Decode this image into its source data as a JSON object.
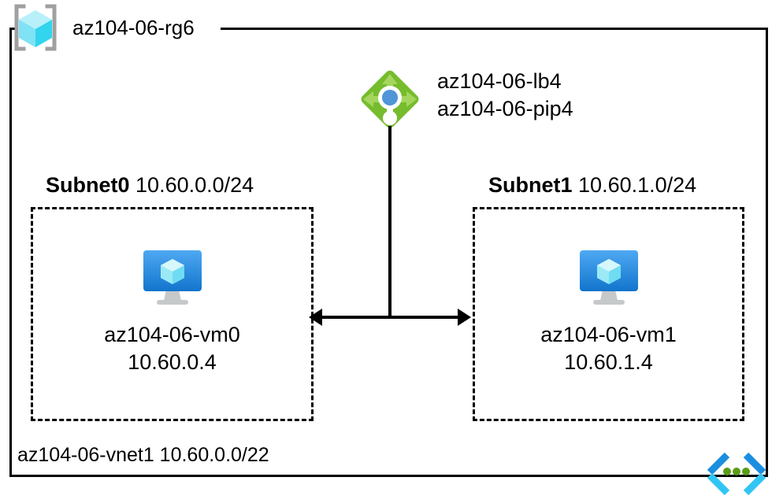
{
  "diagram": {
    "resource_group": {
      "name": "az104-06-rg6",
      "icon": "resource-group-cube-icon"
    },
    "load_balancer": {
      "icon": "load-balancer-icon",
      "labels": [
        "az104-06-lb4",
        "az104-06-pip4"
      ]
    },
    "subnets": [
      {
        "name": "Subnet0",
        "cidr": "10.60.0.0/24",
        "vm": {
          "icon": "virtual-machine-icon",
          "name": "az104-06-vm0",
          "ip": "10.60.0.4"
        }
      },
      {
        "name": "Subnet1",
        "cidr": "10.60.1.0/24",
        "vm": {
          "icon": "virtual-machine-icon",
          "name": "az104-06-vm1",
          "ip": "10.60.1.4"
        }
      }
    ],
    "vnet": {
      "label": "az104-06-vnet1 10.60.0.0/22",
      "icon": "virtual-network-icon"
    },
    "colors": {
      "line": "#000000",
      "resource_group_cube_light": "#9fe9f7",
      "resource_group_cube_mid": "#32d4ee",
      "resource_group_bracket": "#a0a0a0",
      "load_balancer_green": "#76bc2d",
      "load_balancer_arrow": "#a4d65e",
      "load_balancer_center_blue": "#4f95d8",
      "vm_monitor_blue_top": "#44a3ef",
      "vm_monitor_blue_bottom": "#1b7fd4",
      "vm_stand_gray": "#c6c9ca",
      "vnet_bracket_blue": "#1a8fe0",
      "vnet_bracket_cyan": "#32c5f4",
      "vnet_dot_green": "#5a9c18"
    }
  }
}
